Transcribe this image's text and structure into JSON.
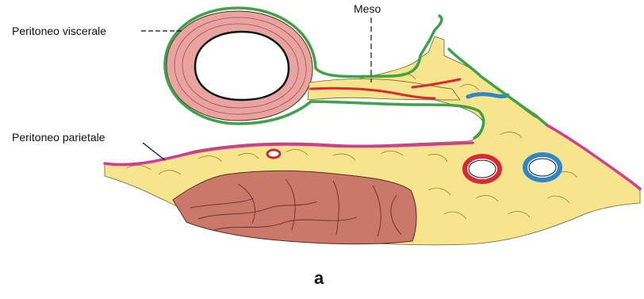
{
  "labels": {
    "peritoneo_viscerale": "Peritoneo viscerale",
    "meso": "Meso",
    "peritoneo_parietale": "Peritoneo parietale"
  },
  "panel_letter": "a",
  "colors": {
    "visceral_peritoneum": "#3fa24a",
    "parietal_peritoneum": "#d23c96",
    "fat": "#f6e58c",
    "muscle": "#c9786a",
    "intestinal_wall": "#e8a4a0",
    "artery": "#d82a34",
    "vein": "#2f86c8"
  }
}
